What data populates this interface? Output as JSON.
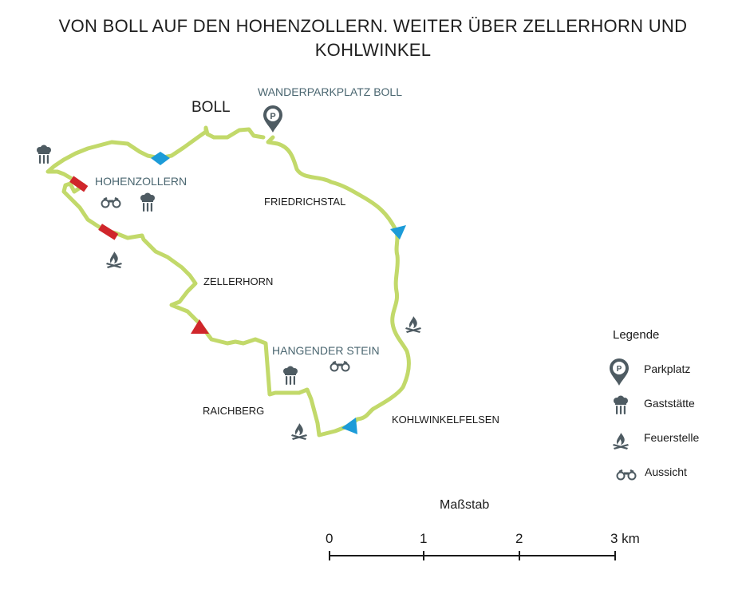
{
  "title_line1": "VON BOLL AUF DEN HOHENZOLLERN. WEITER ÜBER ZELLERHORN UND",
  "title_line2": "KOHLWINKEL",
  "places": {
    "boll": "BOLL",
    "wanderparkplatz": "WANDERPARKPLATZ BOLL",
    "hohenzollern": "HOHENZOLLERN",
    "friedrichstal": "FRIEDRICHSTAL",
    "zellerhorn": "ZELLERHORN",
    "hangender_stein": "HANGENDER STEIN",
    "raichberg": "RAICHBERG",
    "kohlwinkelfelsen": "KOHLWINKELFELSEN"
  },
  "legend": {
    "title": "Legende",
    "items": [
      {
        "icon": "parking-pin-icon",
        "label": "Parkplatz"
      },
      {
        "icon": "restaurant-icon",
        "label": "Gaststätte"
      },
      {
        "icon": "campfire-icon",
        "label": "Feuerstelle"
      },
      {
        "icon": "binoculars-icon",
        "label": "Aussicht"
      }
    ]
  },
  "scale": {
    "title": "Maßstab",
    "ticks": [
      "0",
      "1",
      "2",
      "3 km"
    ]
  },
  "colors": {
    "route": "#c2d96a",
    "blue_marker": "#1c9bd8",
    "red_marker": "#d0262b",
    "icon_gray": "#4e5b62",
    "label_teal": "#4a6670"
  },
  "parking_letter": "P"
}
